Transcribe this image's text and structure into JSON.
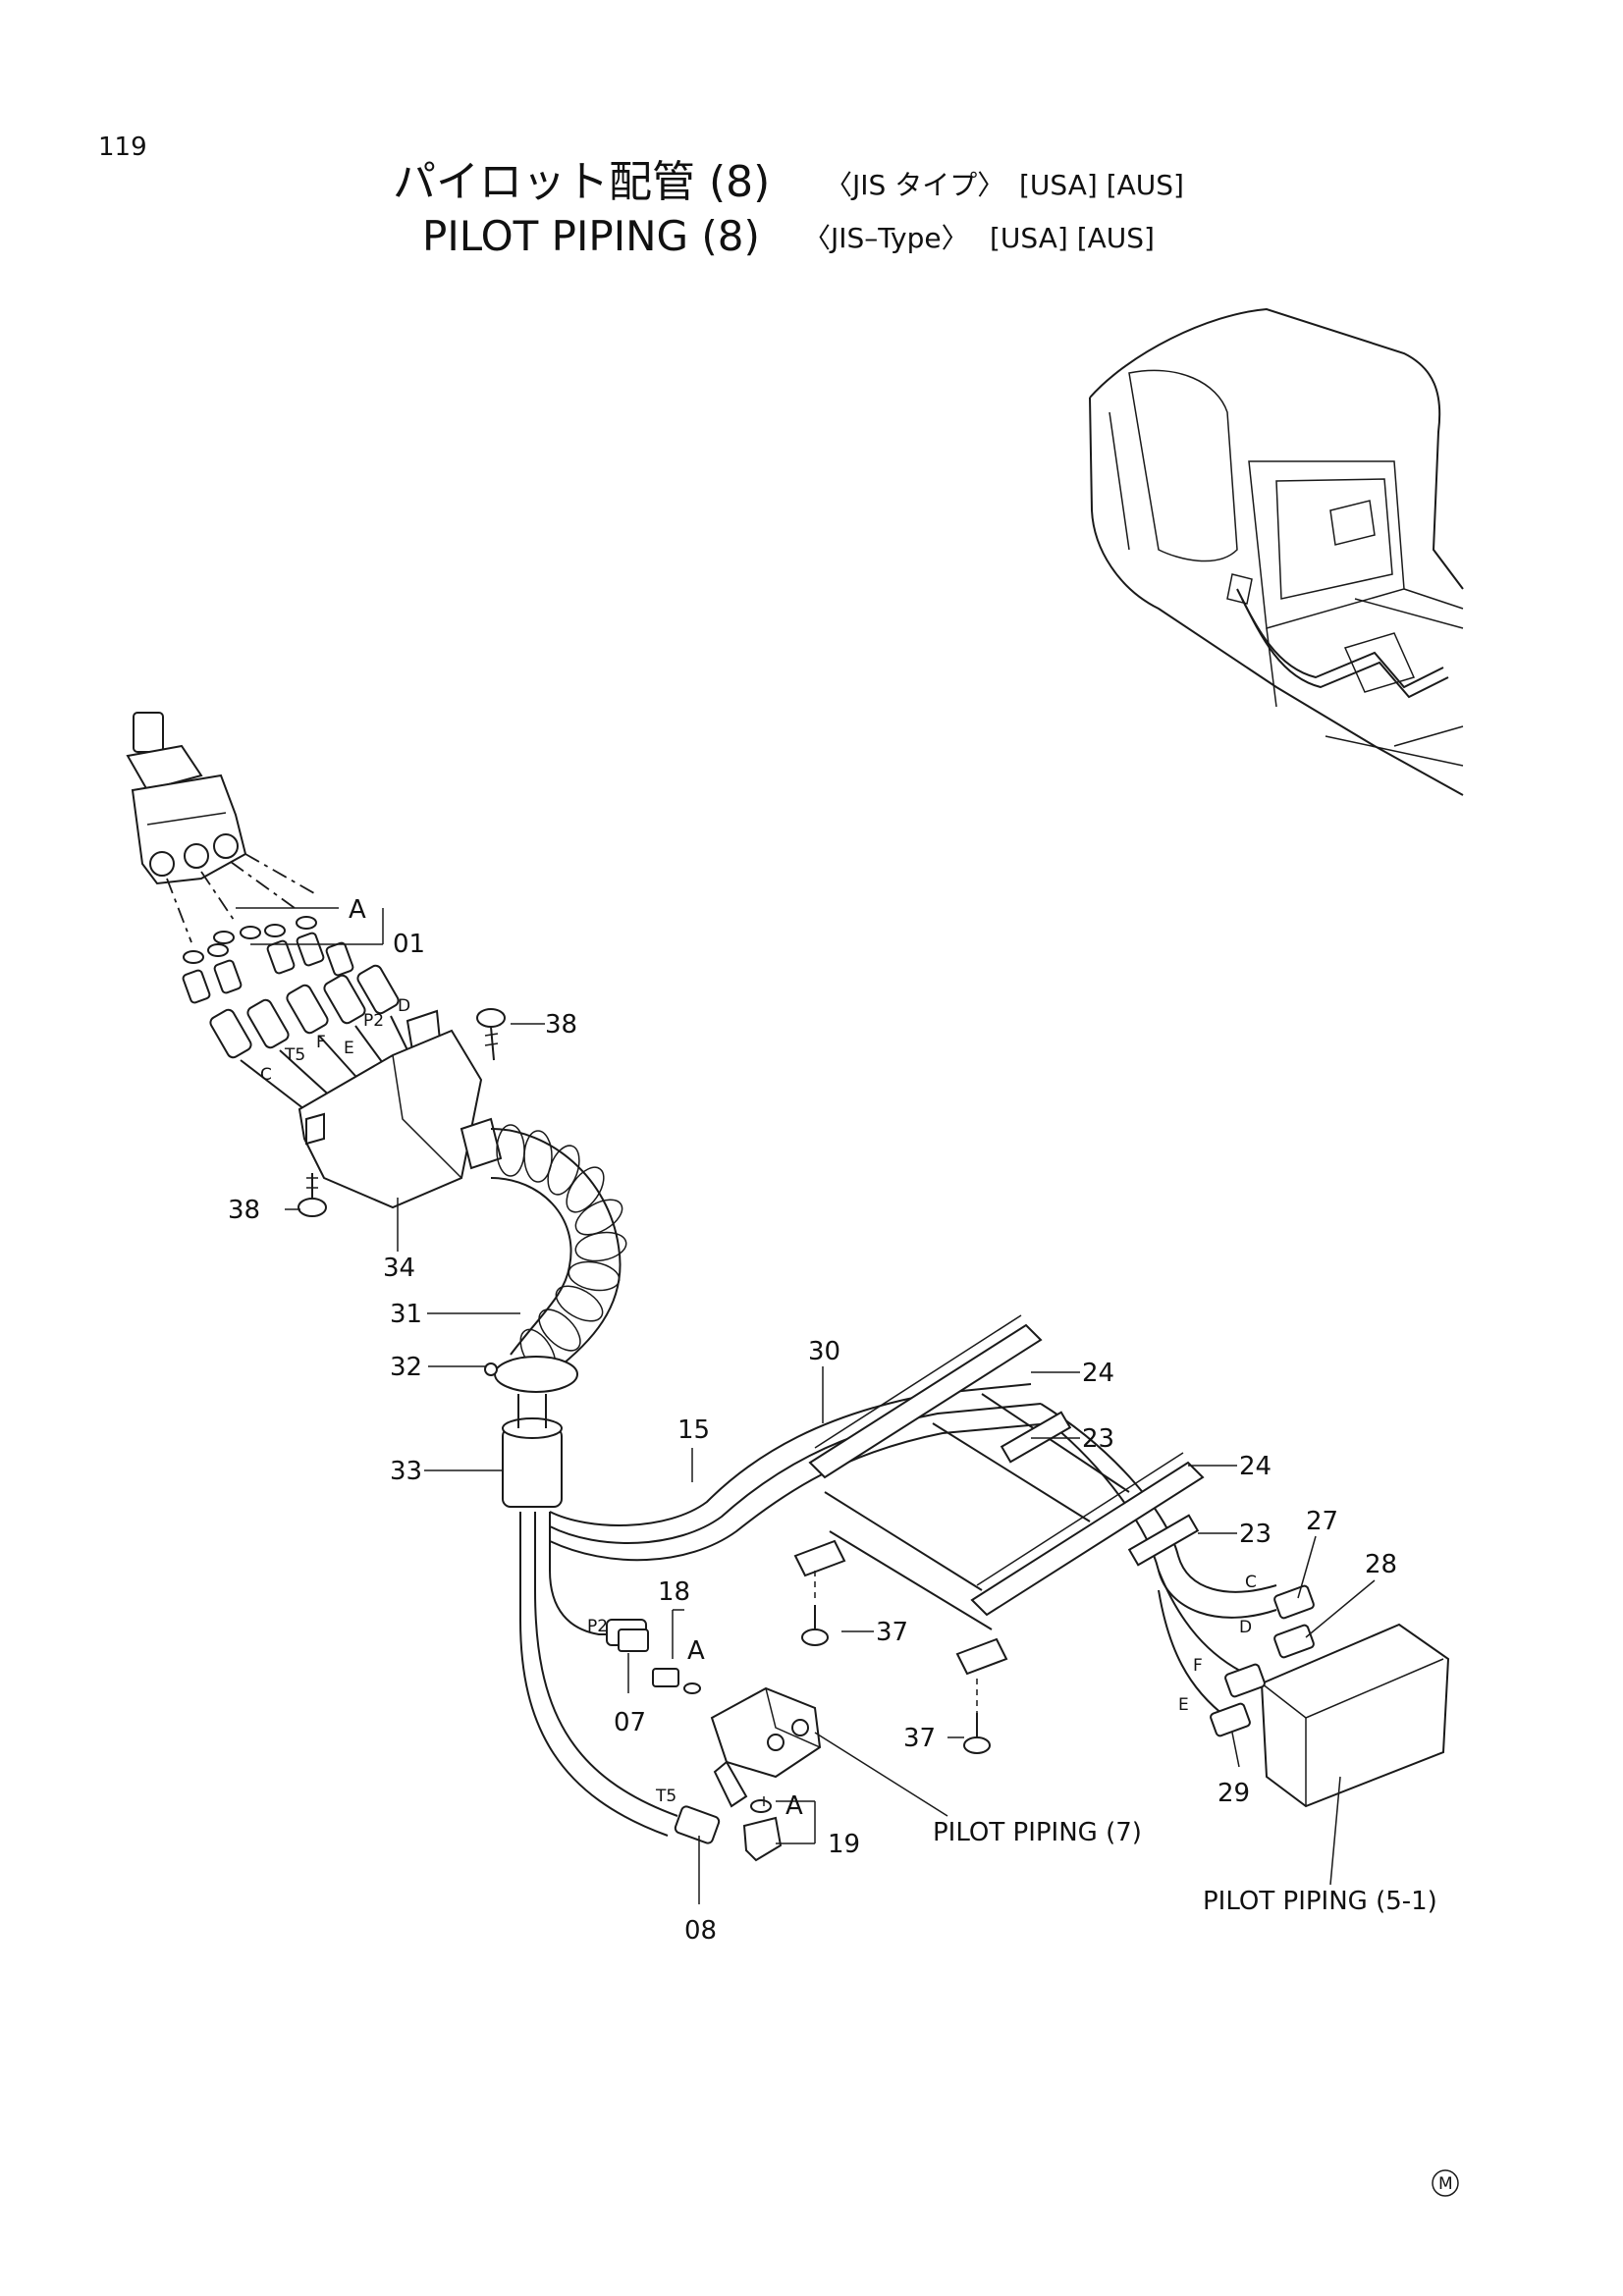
{
  "page_number": "119",
  "title": {
    "jp_main": "パイロット配管 (8)",
    "jp_type": "〈JIS タイプ〉",
    "jp_regions": "[USA] [AUS]",
    "en_main": "PILOT PIPING (8)",
    "en_type": "〈JIS–Type〉",
    "en_regions": "[USA] [AUS]"
  },
  "callouts": {
    "p01": "01",
    "p07": "07",
    "p08": "08",
    "p15": "15",
    "p18": "18",
    "p19": "19",
    "p23a": "23",
    "p23b": "23",
    "p24a": "24",
    "p24b": "24",
    "p27": "27",
    "p28": "28",
    "p29": "29",
    "p30": "30",
    "p31": "31",
    "p32": "32",
    "p33": "33",
    "p34": "34",
    "p37a": "37",
    "p37b": "37",
    "p38a": "38",
    "p38b": "38"
  },
  "detail_refs": {
    "a1": "A",
    "a2": "A",
    "a3": "A"
  },
  "port_letters": {
    "t5_top": "T5",
    "c_top": "C",
    "f_top": "F",
    "e_top": "E",
    "p2_top": "P2",
    "d_top": "D",
    "p2_mid": "P2",
    "t5_mid": "T5",
    "c_right": "C",
    "d_right": "D",
    "f_right": "F",
    "e_right": "E"
  },
  "references": {
    "pilot7": "PILOT PIPING (7)",
    "pilot51": "PILOT PIPING (5-1)"
  },
  "footer_mark": "M"
}
